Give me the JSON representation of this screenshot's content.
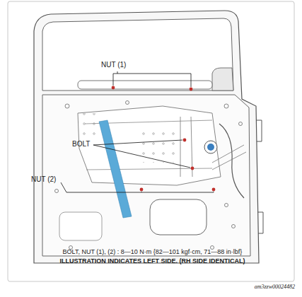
{
  "diagram": {
    "labels": [
      "NUT (1)",
      "BOLT",
      "NUT (2)",
      "BOLT, NUT (1), (2) : 8—10 N·m {82—101 kgf·cm, 71—88 in·lbf}",
      "ILLUSTRATION INDICATES LEFT SIDE. (RH SIDE IDENTICAL)",
      "am3zzw00024482"
    ]
  }
}
